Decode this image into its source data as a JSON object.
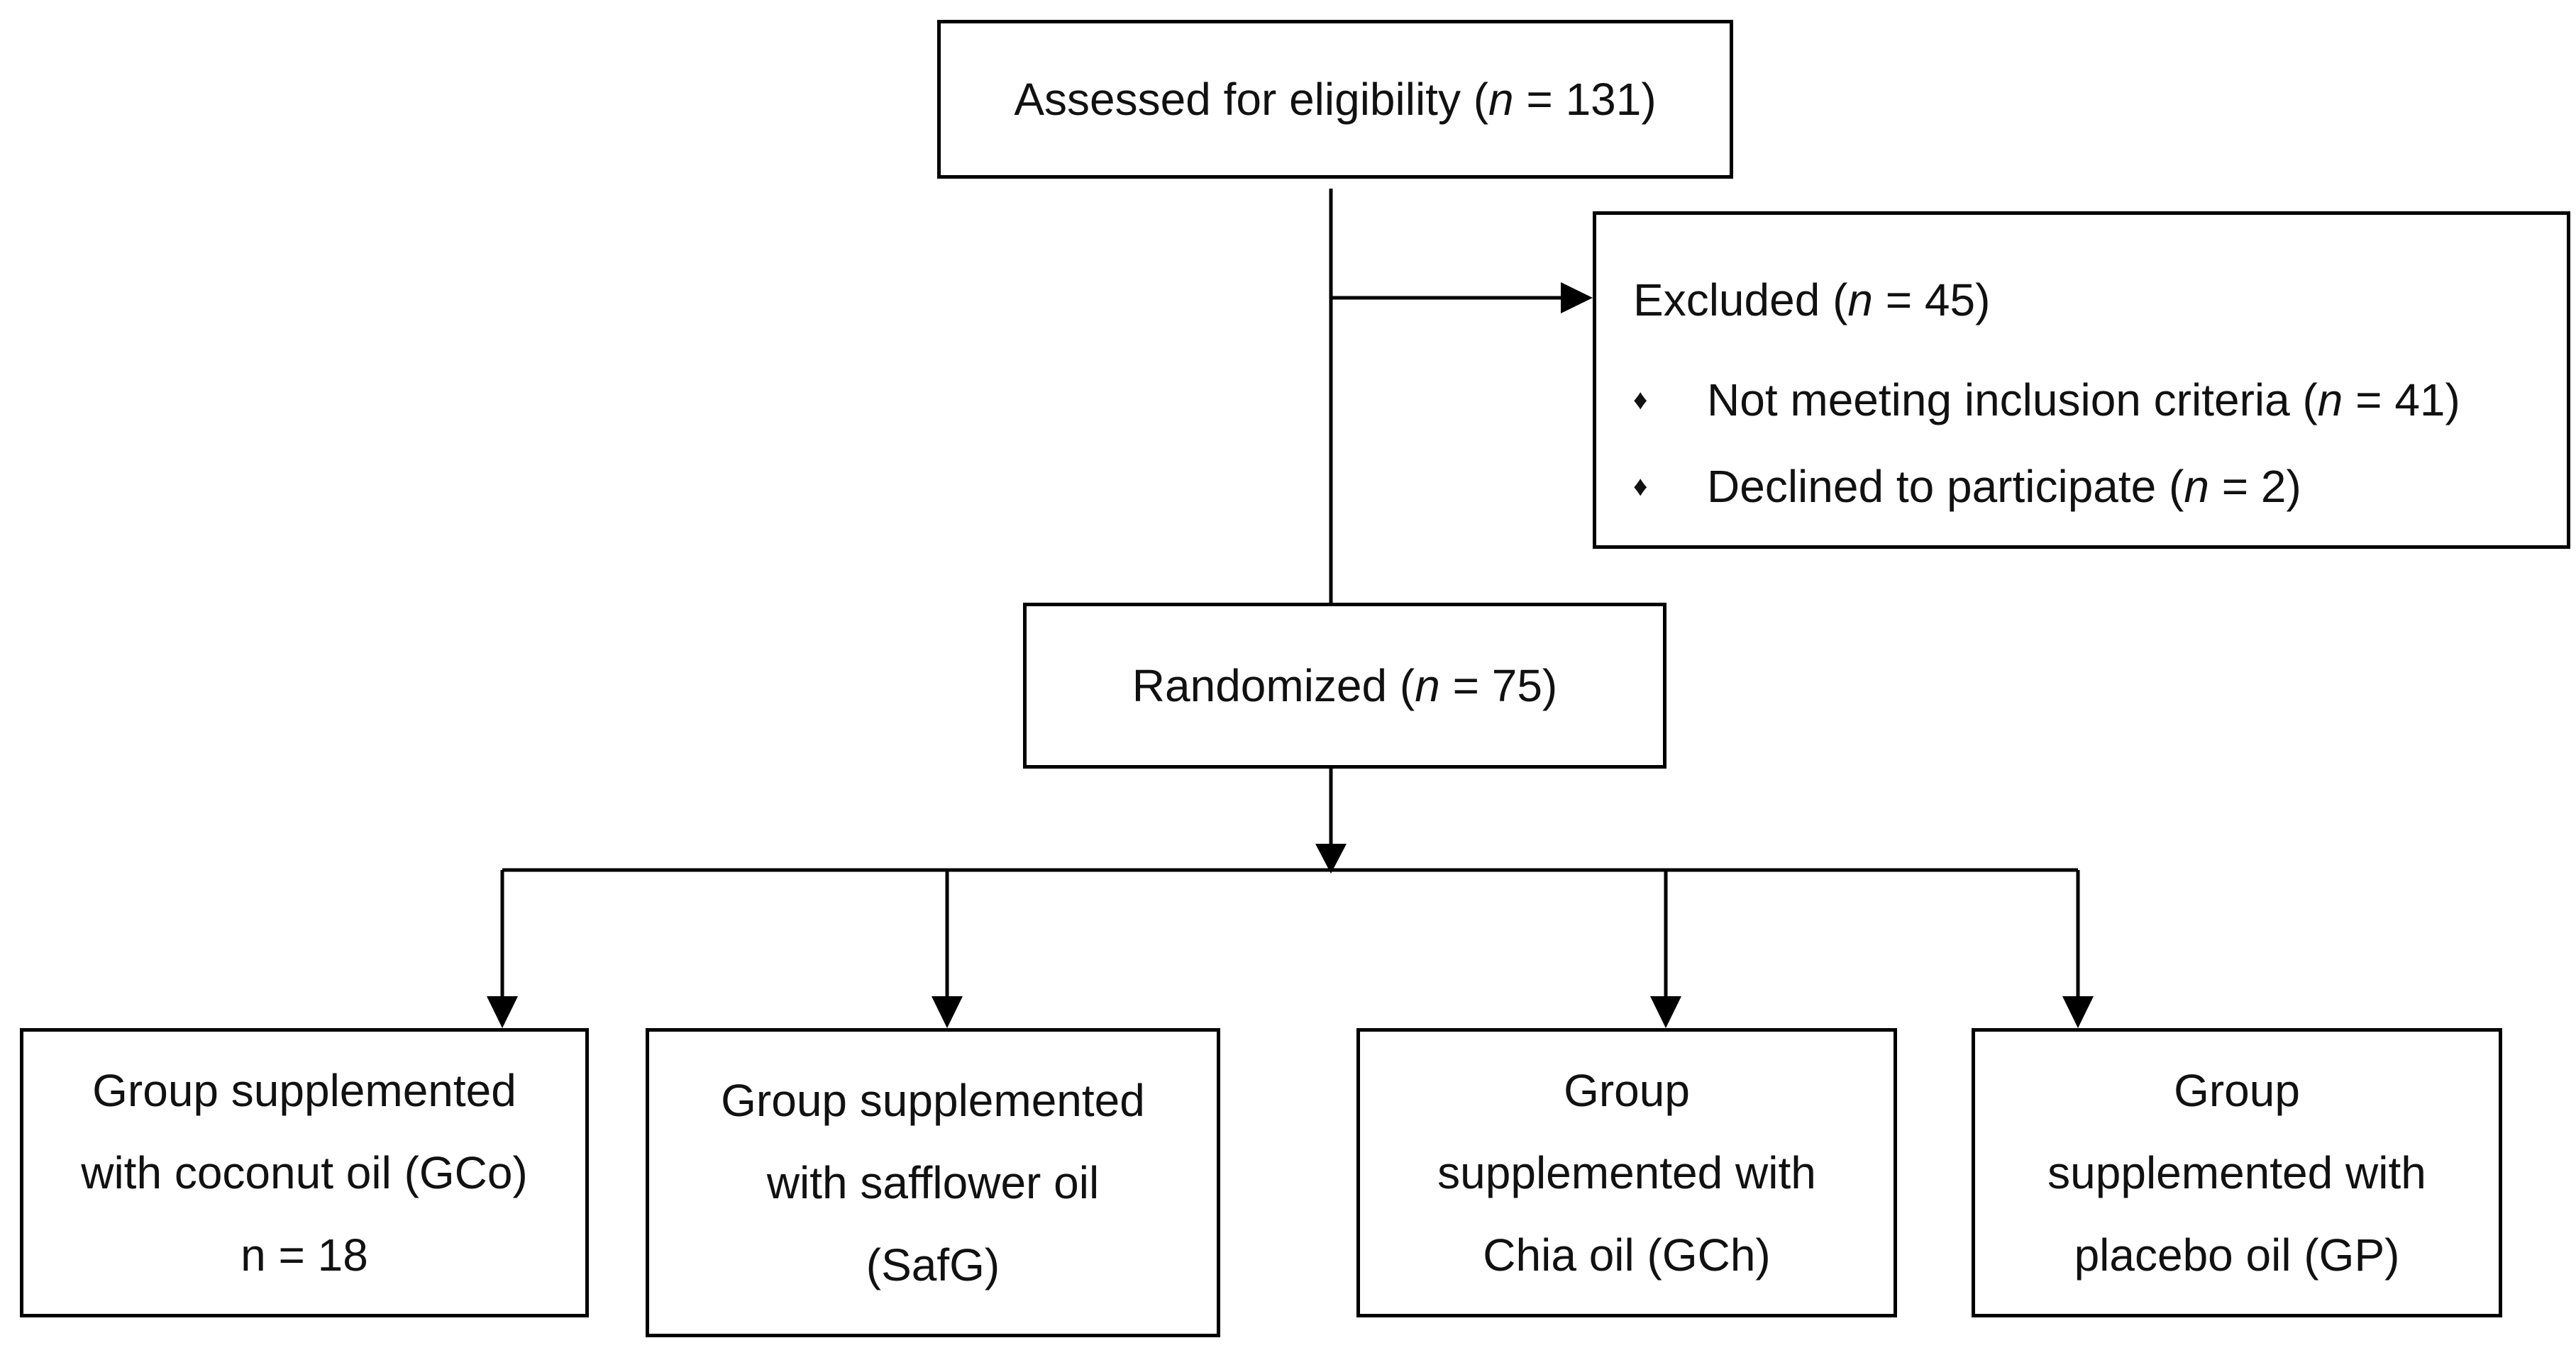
{
  "assessed": {
    "label": "Assessed for eligibility (",
    "n_sym": "n",
    "value": " = 131)"
  },
  "excluded": {
    "label": "Excluded (",
    "n_sym": "n",
    "value": " = 45)",
    "items": [
      {
        "bullet": "♦",
        "label": "Not meeting inclusion criteria (",
        "n_sym": "n",
        "value": " = 41)"
      },
      {
        "bullet": "♦",
        "label": "Declined to participate (",
        "n_sym": "n",
        "value": " = 2)"
      }
    ]
  },
  "randomized": {
    "label": "Randomized (",
    "n_sym": "n",
    "value": " = 75)"
  },
  "groups": [
    {
      "lines": [
        "Group supplemented",
        "with coconut oil (GCo)",
        "n = 18"
      ]
    },
    {
      "lines": [
        "Group supplemented",
        "with safflower oil",
        "(SafG)"
      ]
    },
    {
      "lines": [
        "Group",
        "supplemented with",
        "Chia oil (GCh)"
      ]
    },
    {
      "lines": [
        "Group",
        "supplemented with",
        "placebo oil (GP)"
      ]
    }
  ]
}
